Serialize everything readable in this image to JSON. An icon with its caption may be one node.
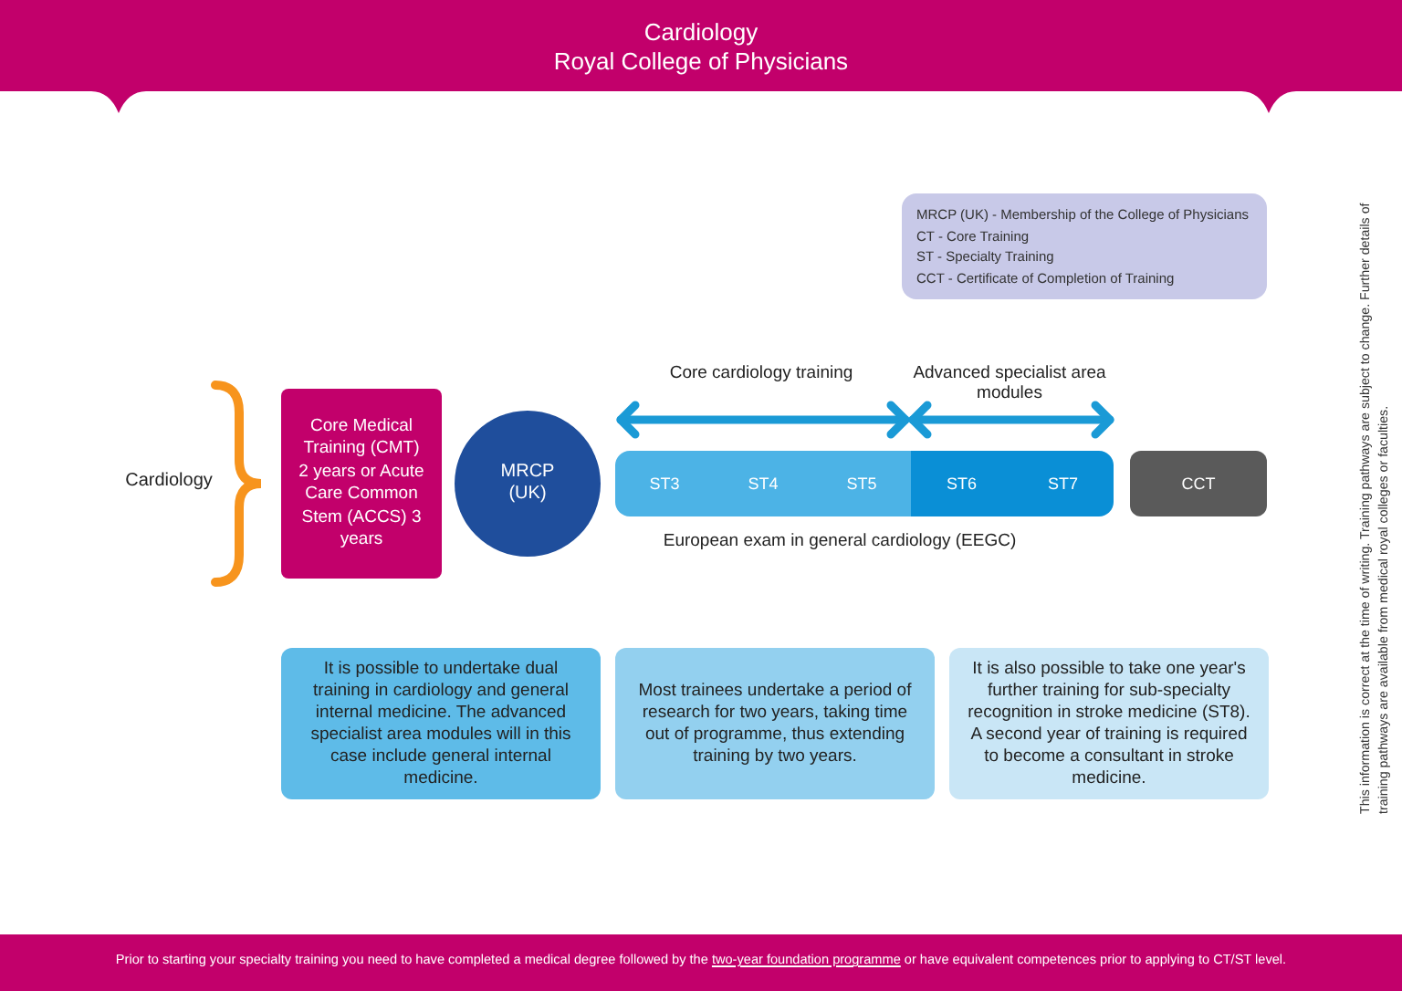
{
  "diagram": {
    "title": "Cardiology",
    "nodes": [
      {
        "text": [
          "Core Medical Training (CMT) 2 years or Acute Care Common Stem (ACCS) 3 years"
        ]
      },
      {
        "text": [
          "MRCP (UK)"
        ]
      },
      {
        "text": [
          "ST3",
          "ST4",
          "ST5"
        ]
      },
      {
        "text": [
          "ST6",
          "ST7"
        ]
      },
      {
        "text": [
          "CCT"
        ]
      },
      {
        "text": [
          "It is possible to undertake dual training in cardiology and general internal medicine. The advanced specialist area modules will in this case include general internal medicine."
        ]
      },
      {
        "text": [
          "Most trainees undertake a period of research for two years, taking time out of programme, thus extending training by two years."
        ]
      },
      {
        "text": [
          "It is also possible to take one year's further training for sub-specialty recognition in stroke medicine (ST8). A second year of training is required to become a consultant in stroke medicine."
        ]
      },
      {
        "text": [
          "MRCP (UK) - Membership of the College of Physicians",
          "CT - Core Training",
          "ST - Specialty Training",
          "CCT - Certificate of Completion of Training"
        ]
      }
    ],
    "labels": [
      "Royal College of Physicians",
      "Core cardiology training",
      "Advanced specialist area modules",
      "Cardiology",
      "European exam in general cardiology (EEGC)",
      "This information is correct at the time of writing. Training pathways are subject to change. Further details of training pathways are available from medical royal colleges or faculties.",
      "Prior to starting your specialty training you need to have completed a medical degree followed by the",
      "two-year foundation programme",
      "or have equivalent competences prior to applying to CT/ST level."
    ]
  }
}
